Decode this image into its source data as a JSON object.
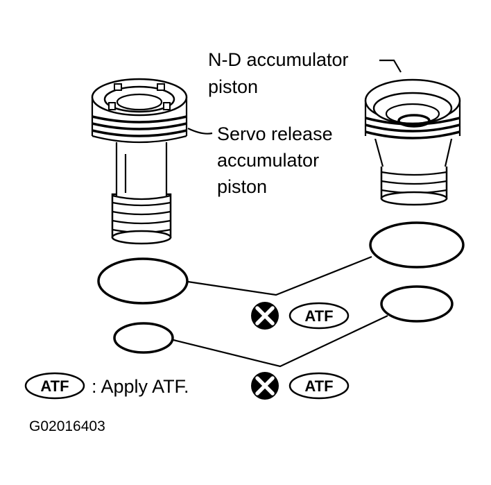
{
  "labels": {
    "nd_line1": "N-D accumulator",
    "nd_line2": "piston",
    "servo_line1": "Servo release",
    "servo_line2": "accumulator",
    "servo_line3": "piston"
  },
  "badges": {
    "atf_1": "ATF",
    "atf_2": "ATF",
    "atf_legend": "ATF"
  },
  "legend": {
    "text": ": Apply ATF."
  },
  "figure_code": "G02016403",
  "colors": {
    "ink": "#000000",
    "paper": "#ffffff"
  },
  "icons": {
    "do_not_reuse": "circle-x-icon"
  }
}
